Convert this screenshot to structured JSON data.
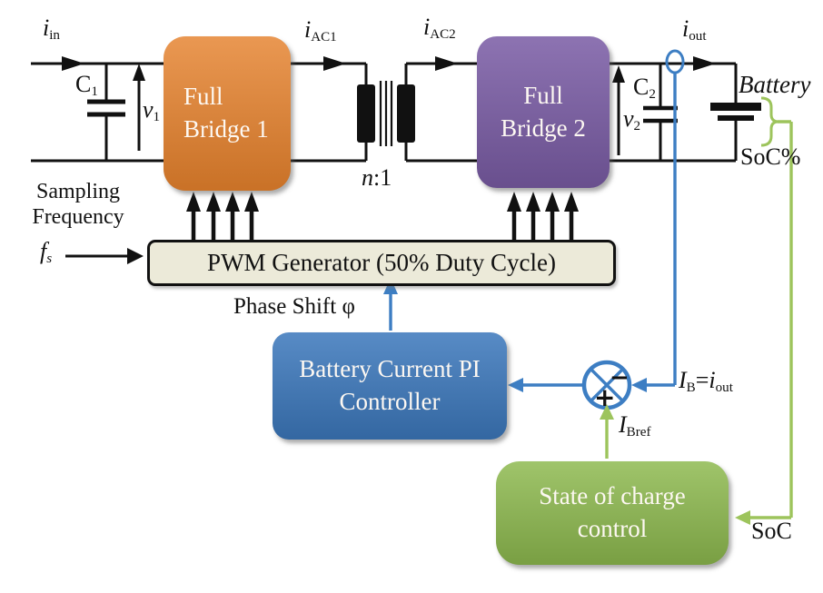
{
  "blocks": {
    "full_bridge_1": {
      "line1": "Full",
      "line2": "Bridge 1"
    },
    "full_bridge_2": {
      "line1": "Full",
      "line2": "Bridge 2"
    },
    "pwm_generator": {
      "label": "PWM Generator (50% Duty Cycle)"
    },
    "pi_controller": {
      "line1": "Battery Current PI",
      "line2": "Controller"
    },
    "soc_control": {
      "line1": "State of charge",
      "line2": "control"
    }
  },
  "labels": {
    "i_in": {
      "base": "i",
      "sub": "in"
    },
    "c1": {
      "base": "C",
      "sub": "1"
    },
    "v1": {
      "base": "v",
      "sub": "1"
    },
    "i_ac1": {
      "base": "i",
      "sub": "AC1"
    },
    "i_ac2": {
      "base": "i",
      "sub": "AC2"
    },
    "turns_ratio": {
      "base": "n",
      "suffix": ":1"
    },
    "c2": {
      "base": "C",
      "sub": "2"
    },
    "v2": {
      "base": "v",
      "sub": "2"
    },
    "i_out": {
      "base": "i",
      "sub": "out"
    },
    "battery": "Battery",
    "soc_percent": "SoC%",
    "sampling_frequency": {
      "line1": "Sampling",
      "line2": "Frequency"
    },
    "fs": {
      "base": "f",
      "sub": "s"
    },
    "phase_shift": "Phase Shift φ",
    "feedback_current": {
      "base": "I",
      "sub": "B",
      "equals": "=",
      "base2": "i",
      "sub2": "out"
    },
    "reference_current": {
      "base": "I",
      "sub": "Bref"
    },
    "soc": "SoC",
    "summing_minus": "−",
    "summing_plus": "+"
  },
  "colors": {
    "bridge1_orange": "#e5812c",
    "bridge2_purple": "#7a5ca5",
    "controller_blue": "#3c78bc",
    "soc_green": "#8db94e",
    "pwm_fill": "#ecead9",
    "signal_blue": "#3d7ec3",
    "signal_green": "#9dc45c",
    "wire_black": "#111111"
  }
}
